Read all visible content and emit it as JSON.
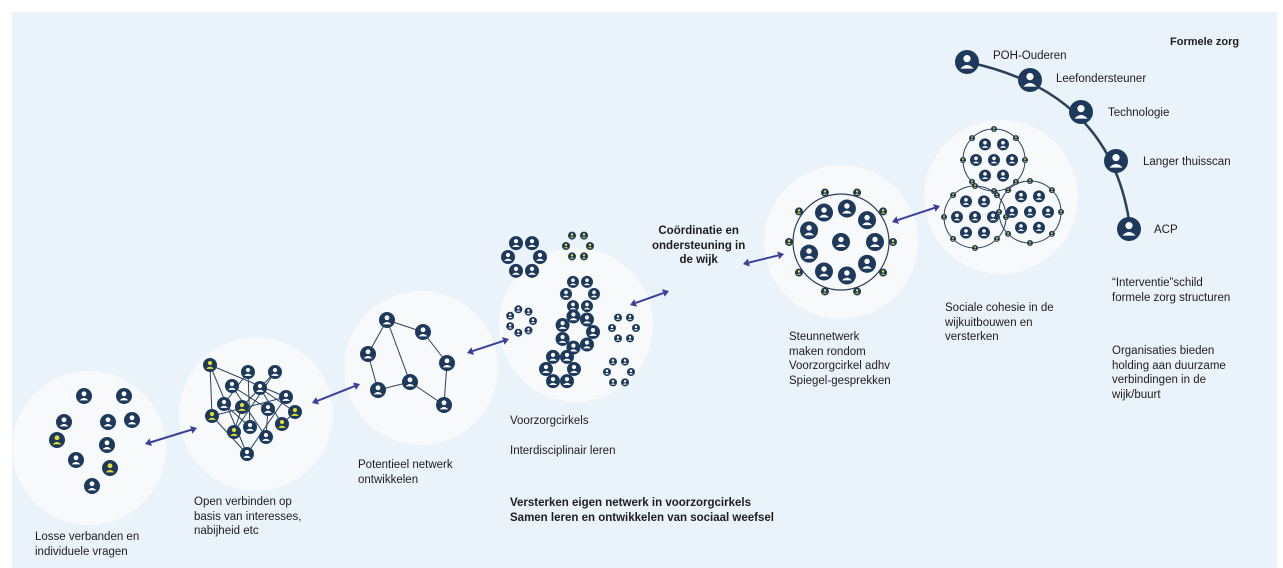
{
  "colors": {
    "background": "#eaf2fa",
    "circle_fill": "#f7f9fb",
    "person_dark": "#1d3a5c",
    "person_yellow": "#e6e02a",
    "arrow": "#3b3f9e",
    "line": "#2a3f5a"
  },
  "stages": [
    {
      "id": "stage-1",
      "label": "Losse verbanden en\nindividuele vragen"
    },
    {
      "id": "stage-2",
      "label": "Open verbinden op\nbasis van interesses,\nnabijheid etc"
    },
    {
      "id": "stage-3",
      "label": "Potentieel netwerk\nontwikkelen"
    },
    {
      "id": "stage-4",
      "label": "Voorzorgcirkels"
    },
    {
      "id": "stage-4b",
      "label": "Interdisciplinair leren"
    },
    {
      "id": "stage-5",
      "label": "Steunnetwerk\nmaken rondom\nVoorzorgcirkel adhv\nSpiegel-gesprekken"
    },
    {
      "id": "stage-6",
      "label": "Sociale cohesie in de\nwijkuitbouwen en\nversterken"
    }
  ],
  "coordination_label": "Coördinatie en\nondersteuning in\nde wijk",
  "bottom_text": "Versterken eigen netwerk in voorzorgcirkels\nSamen leren en ontwikkelen van sociaal weefsel",
  "formal_care": {
    "title": "Formele zorg",
    "items": [
      "POH-Ouderen",
      "Leefondersteuner",
      "Technologie",
      "Langer thuisscan",
      "ACP"
    ],
    "shield_label": "“Interventie”schild\nformele zorg structuren",
    "holding_label": "Organisaties bieden\nholding aan duurzame\nverbindingen in de\nwijk/buurt"
  },
  "icons": {
    "person": "person-icon",
    "double_arrow": "double-arrow-icon"
  }
}
